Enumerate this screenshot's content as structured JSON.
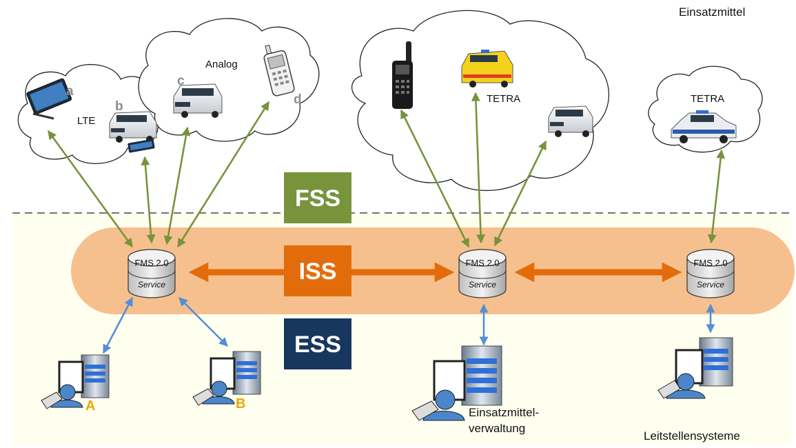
{
  "labels": {
    "einsatzmittel": "Einsatzmittel",
    "leitstellensysteme": "Leitstellensysteme",
    "fss": "FSS",
    "iss": "ISS",
    "ess": "ESS",
    "lte": "LTE",
    "analog": "Analog",
    "tetra_1": "TETRA",
    "tetra_2": "TETRA",
    "dev_a": "a",
    "dev_b": "b",
    "dev_c": "c",
    "dev_d": "d",
    "client_a": "A",
    "client_b": "B",
    "einsatzmittel_verwaltung_1": "Einsatzmittel-",
    "einsatzmittel_verwaltung_2": "verwaltung"
  },
  "service_nodes": [
    {
      "top": "FMS 2.0",
      "bottom": "Service"
    },
    {
      "top": "FMS 2.0",
      "bottom": "Service"
    },
    {
      "top": "FMS 2.0",
      "bottom": "Service"
    }
  ],
  "colors": {
    "fss": "#77933c",
    "iss": "#e36c0a",
    "ess": "#17375e",
    "band": "#f6c08e",
    "lower_bg": "#fffff0",
    "green_arrow": "#77933c",
    "blue_arrow": "#558ed5",
    "orange_arrow": "#e36c0a"
  },
  "icons": [
    "tablet-icon",
    "van-icon",
    "phone-icon",
    "radio-icon",
    "ambulance-icon",
    "police-car-icon",
    "server-workstation-icon",
    "database-icon"
  ]
}
